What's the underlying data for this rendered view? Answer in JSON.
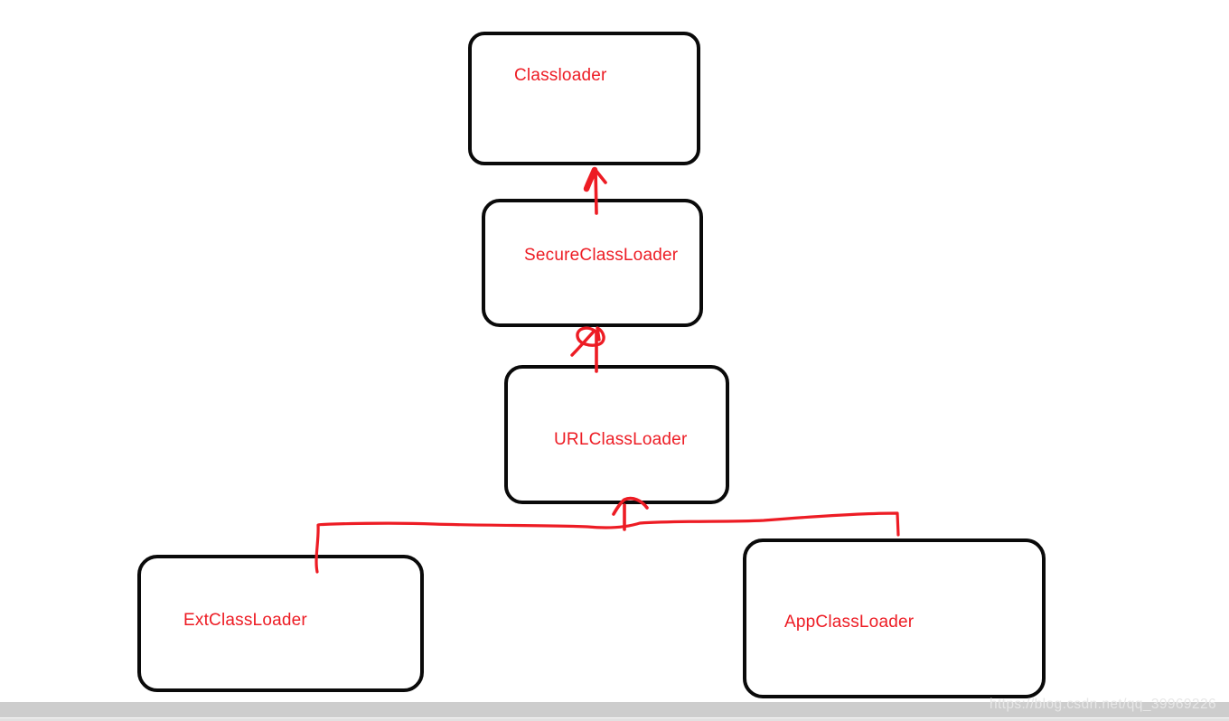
{
  "diagram": {
    "kind": "hand-drawn class hierarchy diagram",
    "nodes": [
      {
        "id": "classloader",
        "label": "Classloader"
      },
      {
        "id": "secureclassloader",
        "label": "SecureClassLoader"
      },
      {
        "id": "urlclassloader",
        "label": "URLClassLoader"
      },
      {
        "id": "extclassloader",
        "label": "ExtClassLoader"
      },
      {
        "id": "appclassloader",
        "label": "AppClassLoader"
      }
    ],
    "edges": [
      {
        "from": "SecureClassLoader",
        "to": "Classloader",
        "style": "hand-drawn red arrow up"
      },
      {
        "from": "URLClassLoader",
        "to": "SecureClassLoader",
        "style": "hand-drawn red arrow up with curled head"
      },
      {
        "from": "ExtClassLoader",
        "to": "URLClassLoader",
        "style": "hand-drawn red connector line with arrow up"
      },
      {
        "from": "AppClassLoader",
        "to": "URLClassLoader",
        "style": "hand-drawn red connector line with arrow up"
      }
    ]
  },
  "watermark": {
    "text": "https://blog.csdn.net/qq_39969226"
  },
  "colors": {
    "stroke_red": "#ed1c24",
    "label_red": "#ed1c24",
    "box_border": "#0a0a0a",
    "background": "#ffffff",
    "bottom_bar": "#cdcdcd",
    "watermark_text": "#e7e7e7"
  }
}
